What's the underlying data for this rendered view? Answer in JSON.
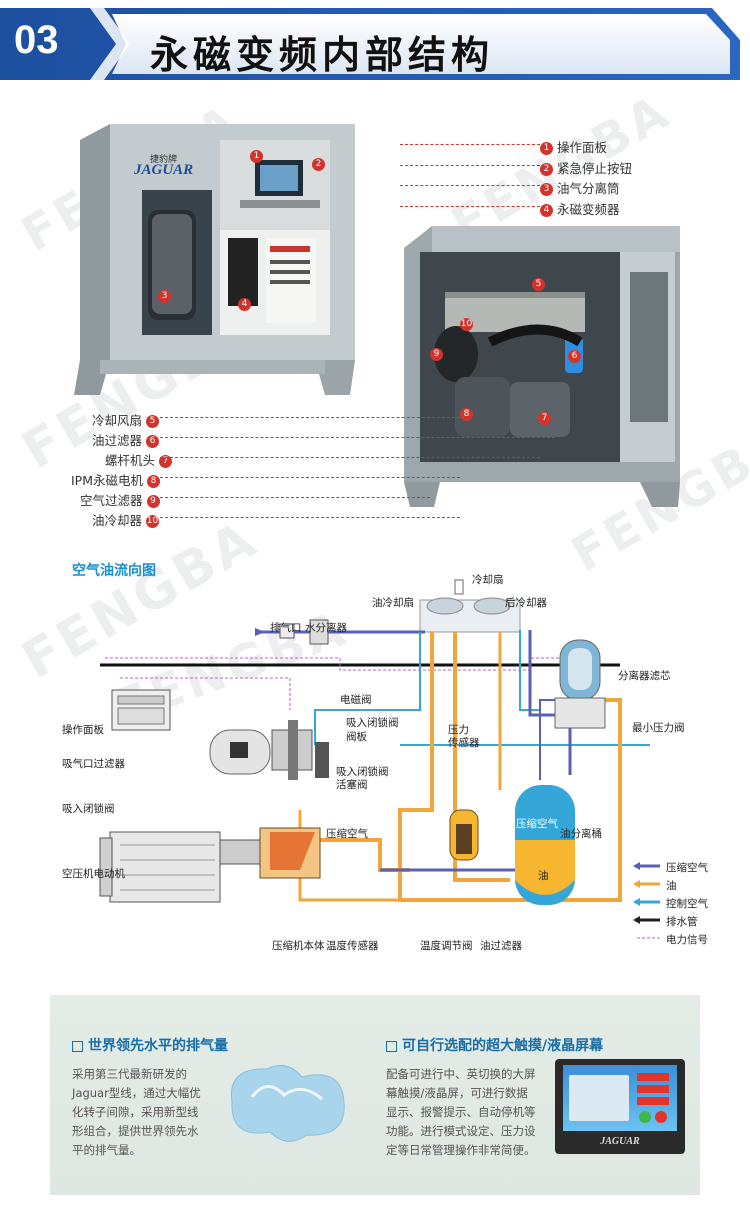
{
  "header": {
    "number": "03",
    "title": "永磁变频内部结构"
  },
  "watermark": "FENGBA",
  "photo1": {
    "brand": "JAGUAR",
    "brand_cn": "捷豹牌",
    "markers": [
      "1",
      "2",
      "3",
      "4"
    ]
  },
  "photo2": {
    "markers": [
      "5",
      "6",
      "7",
      "8",
      "9",
      "10"
    ]
  },
  "right_labels": [
    {
      "num": "1",
      "text": "操作面板"
    },
    {
      "num": "2",
      "text": "紧急停止按钮"
    },
    {
      "num": "3",
      "text": "油气分离筒"
    },
    {
      "num": "4",
      "text": "永磁变频器"
    }
  ],
  "left_labels": [
    {
      "num": "5",
      "text": "冷却风扇"
    },
    {
      "num": "6",
      "text": "油过滤器"
    },
    {
      "num": "7",
      "text": "螺杆机头"
    },
    {
      "num": "8",
      "text": "IPM永磁电机"
    },
    {
      "num": "9",
      "text": "空气过滤器"
    },
    {
      "num": "10",
      "text": "油冷却器"
    }
  ],
  "diagram": {
    "title": "空气油流向图",
    "labels": {
      "cooling_fan": "冷却扇",
      "oil_cooler_fan": "油冷却扇",
      "after_cooler": "后冷却器",
      "exhaust": "排气口",
      "water_separator": "水分离器",
      "separator_filter": "分离器滤芯",
      "solenoid_valve": "电磁阀",
      "intake_valve": "吸入闭锁阀",
      "valve_plate": "阀板",
      "pressure_sensor_1": "压力",
      "pressure_sensor_2": "传感器",
      "min_pressure_valve": "最小压力阀",
      "control_panel": "操作面板",
      "intake_filter": "吸气口过滤器",
      "intake_piston_1": "吸入闭锁阀",
      "intake_piston_2": "活塞阀",
      "intake_lock_valve": "吸入闭锁阀",
      "compressed_air": "压缩空气",
      "compressed_air_tank": "压缩空气",
      "oil_tank_label": "油",
      "oil_separator_tank": "油分离桶",
      "motor": "空压机电动机",
      "compressor_body": "压缩机本体",
      "temp_sensor": "温度传感器",
      "temp_valve": "温度调节阀",
      "oil_filter": "油过滤器"
    },
    "legend": [
      {
        "text": "压缩空气",
        "color": "#5a5fb8"
      },
      {
        "text": "油",
        "color": "#f3a43a"
      },
      {
        "text": "控制空气",
        "color": "#35a6d8"
      },
      {
        "text": "排水管",
        "color": "#222222"
      },
      {
        "text": "电力信号",
        "color": "#c45bc4"
      }
    ]
  },
  "features": [
    {
      "title": "世界领先水平的排气量",
      "body": [
        "采用第三代最新研发的",
        "Jaguar型线，通过大幅优",
        "化转子间隙，采用新型线",
        "形组合，提供世界领先水",
        "平的排气量。"
      ]
    },
    {
      "title": "可自行选配的超大触摸/液晶屏幕",
      "body": [
        "配备可进行中、英切换的大屏",
        "幕触摸/液晶屏，可进行数据",
        "显示、报警提示、自动停机等",
        "功能。进行模式设定、压力设",
        "定等日常管理操作非常简便。"
      ]
    }
  ],
  "screen_brand": "JAGUAR",
  "colors": {
    "header_blue": "#1f55a8",
    "accent_red": "#d0342c",
    "section_blue": "#1b8fd0"
  }
}
